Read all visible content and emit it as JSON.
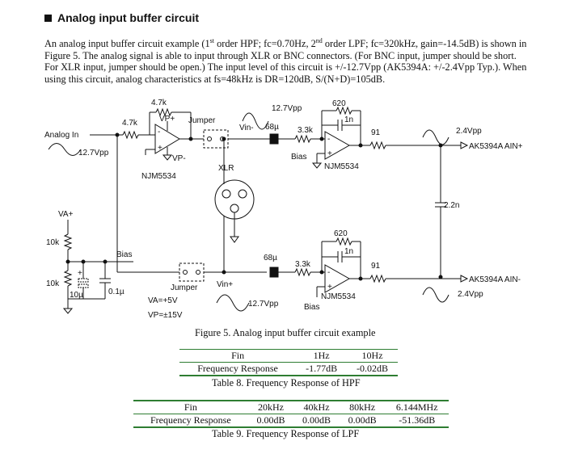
{
  "heading": "Analog input buffer circuit",
  "paragraph": {
    "line1_a": "An analog input buffer circuit example (1",
    "line1_sup1": "st",
    "line1_b": " order HPF; fc=0.70Hz, 2",
    "line1_sup2": "nd",
    "line1_c": " order LPF; fc=320kHz, gain=-14.5dB) is shown in",
    "line2": "Figure 5. The analog signal is able to input through XLR or BNC connectors. (For BNC input, jumper should be short.",
    "line3": "For XLR input, jumper should be open.) The input level of this circuit is +/-12.7Vpp (AK5394A: +/-2.4Vpp Typ.). When",
    "line4": "using this circuit, analog characteristics at fs=48kHz is DR=120dB, S/(N+D)=105dB."
  },
  "schematic": {
    "analog_in": "Analog In",
    "in_level": "12.7Vpp",
    "r_4k7_top": "4.7k",
    "r_4k7_in": "4.7k",
    "vp_plus": "VP+",
    "vp_minus": "VP-",
    "opamp_input": "NJM5534",
    "jumper_top": "Jumper",
    "jumper_bottom": "Jumper",
    "vin_minus": "Vin-",
    "vin_plus": "Vin+",
    "c_68u_top": "68µ",
    "c_68u_bottom": "68µ",
    "level_top": "12.7Vpp",
    "level_bottom": "12.7Vpp",
    "xlr": "XLR",
    "r_620_top": "620",
    "r_620_bottom": "620",
    "c_1n_top": "1n",
    "c_1n_bottom": "1n",
    "r_3k3_top": "3.3k",
    "r_3k3_bottom": "3.3k",
    "r_91_top": "91",
    "r_91_bottom": "91",
    "bias_top": "Bias",
    "bias_bottom": "Bias",
    "bias_left": "Bias",
    "opamp_top": "NJM5534",
    "opamp_bottom": "NJM5534",
    "out_level_top": "2.4Vpp",
    "out_level_bottom": "2.4Vpp",
    "ain_plus": "AK5394A AIN+",
    "ain_minus": "AK5394A AIN-",
    "c_2n2": "2.2n",
    "va_plus": "VA+",
    "r_10k_top": "10k",
    "r_10k_bottom": "10k",
    "c_10u": "10µ",
    "c_0u1": "0.1µ",
    "plus_sign": "+",
    "va_note": "VA=+5V",
    "vp_note": "VP=±15V"
  },
  "figure_caption": "Figure 5. Analog input buffer circuit example",
  "table8": {
    "header": [
      "Fin",
      "1Hz",
      "10Hz"
    ],
    "row": [
      "Frequency Response",
      "-1.77dB",
      "-0.02dB"
    ],
    "caption": "Table 8. Frequency Response of HPF"
  },
  "table9": {
    "header": [
      "Fin",
      "20kHz",
      "40kHz",
      "80kHz",
      "6.144MHz"
    ],
    "row": [
      "Frequency Response",
      "0.00dB",
      "0.00dB",
      "0.00dB",
      "-51.36dB"
    ],
    "caption": "Table 9. Frequency Response of LPF"
  }
}
